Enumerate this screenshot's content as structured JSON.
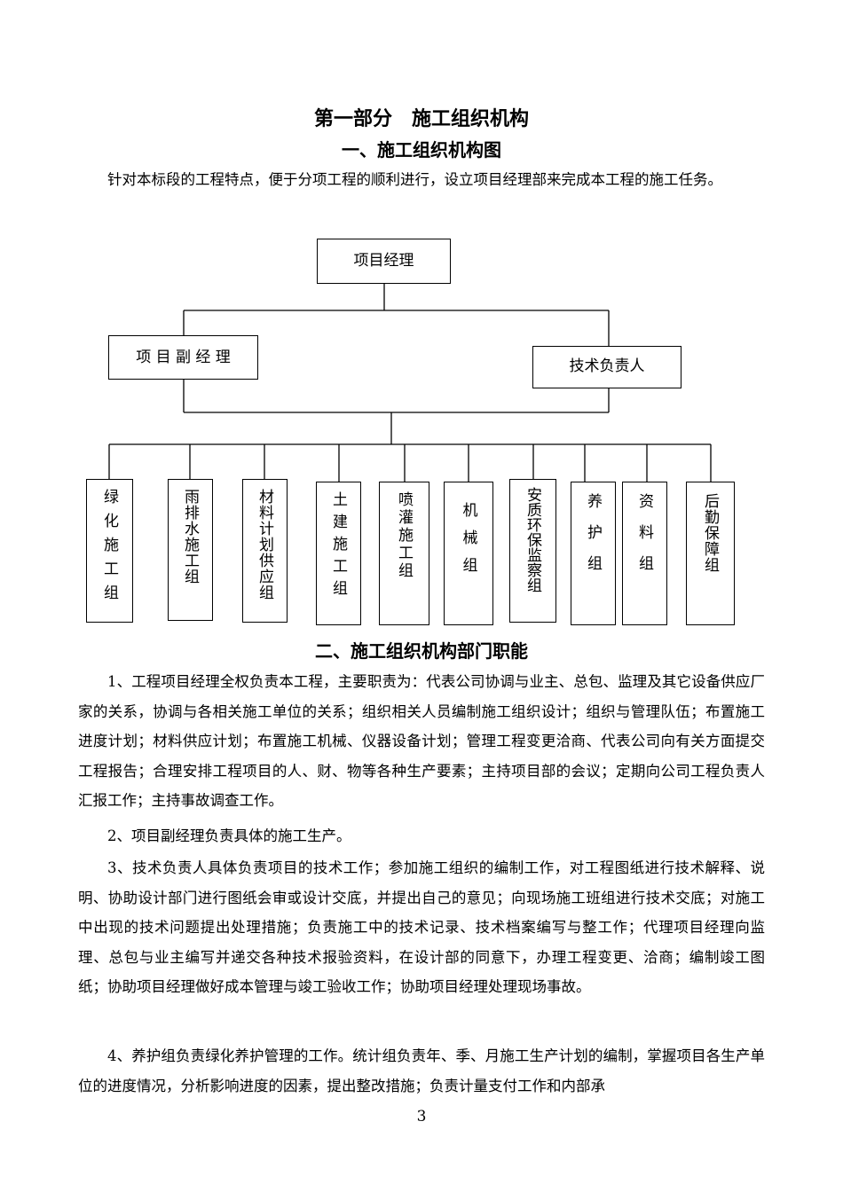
{
  "doc": {
    "part_title": "第一部分　施工组织机构",
    "section1_heading": "一、施工组织机构图",
    "intro": "针对本标段的工程特点，便于分项工程的顺利进行，设立项目经理部来完成本工程的施工任务。",
    "section2_heading": "二、施工组织机构部门职能",
    "paragraphs": [
      "1、工程项目经理全权负责本工程，主要职责为：代表公司协调与业主、总包、监理及其它设备供应厂家的关系，协调与各相关施工单位的关系；组织相关人员编制施工组织设计；组织与管理队伍；布置施工进度计划；材料供应计划；布置施工机械、仪器设备计划；管理工程变更洽商、代表公司向有关方面提交工程报告；合理安排工程项目的人、财、物等各种生产要素；主持项目部的会议；定期向公司工程负责人汇报工作；主持事故调查工作。",
      "2、项目副经理负责具体的施工生产。",
      "3、技术负责人具体负责项目的技术工作；参加施工组织的编制工作，对工程图纸进行技术解释、说明、协助设计部门进行图纸会审或设计交底，并提出自己的意见；向现场施工班组进行技术交底；对施工中出现的技术问题提出处理措施；负责施工中的技术记录、技术档案编写与整工作；代理项目经理向监理、总包与业主编写并递交各种技术报验资料，在设计部的同意下，办理工程变更、洽商；编制竣工图纸；协助项目经理做好成本管理与竣工验收工作；协助项目经理处理现场事故。",
      "4、养护组负责绿化养护管理的工作。统计组负责年、季、月施工生产计划的编制，掌握项目各生产单位的进度情况，分析影响进度的因素，提出整改措施；负责计量支付工作和内部承"
    ],
    "page_number": "3"
  },
  "org": {
    "manager": "项目经理",
    "deputy": "项 目 副 经 理",
    "tech_lead": "技术负责人",
    "groups": [
      "绿化施工组",
      "雨排水施工组",
      "材料计划供应组",
      "土建施工组",
      "喷灌施工组",
      "机械组",
      "安质环保监察组",
      "养护组",
      "资料组",
      "后勤保障组"
    ]
  }
}
